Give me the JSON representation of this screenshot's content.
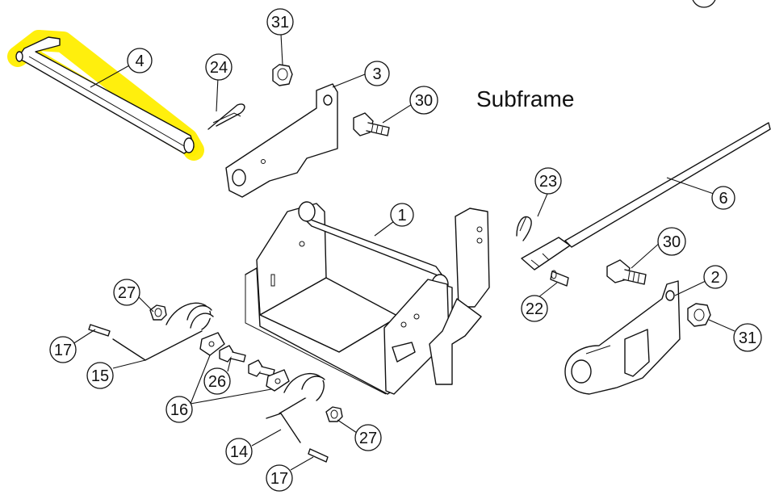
{
  "title": "Subframe",
  "highlight_color": "#ffee00",
  "callouts": [
    {
      "id": "4",
      "label": "4"
    },
    {
      "id": "24",
      "label": "24"
    },
    {
      "id": "31a",
      "label": "31"
    },
    {
      "id": "3",
      "label": "3"
    },
    {
      "id": "30a",
      "label": "30"
    },
    {
      "id": "23",
      "label": "23"
    },
    {
      "id": "6",
      "label": "6"
    },
    {
      "id": "1",
      "label": "1"
    },
    {
      "id": "30b",
      "label": "30"
    },
    {
      "id": "2",
      "label": "2"
    },
    {
      "id": "22",
      "label": "22"
    },
    {
      "id": "31b",
      "label": "31"
    },
    {
      "id": "27a",
      "label": "27"
    },
    {
      "id": "17a",
      "label": "17"
    },
    {
      "id": "15",
      "label": "15"
    },
    {
      "id": "26",
      "label": "26"
    },
    {
      "id": "16",
      "label": "16"
    },
    {
      "id": "27b",
      "label": "27"
    },
    {
      "id": "14",
      "label": "14"
    },
    {
      "id": "17b",
      "label": "17"
    }
  ]
}
